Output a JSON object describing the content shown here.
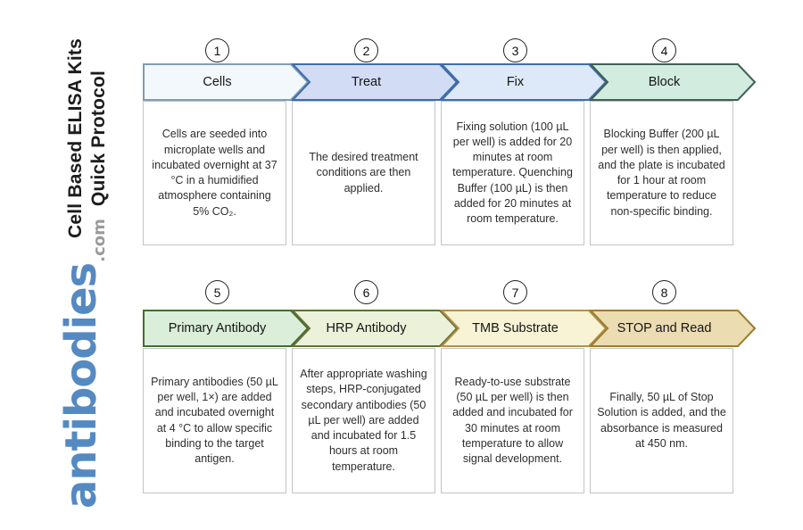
{
  "sidebar": {
    "title_line1": "Cell Based ELISA Kits",
    "title_line2": "Quick Protocol",
    "logo_text": "antibodies",
    "logo_suffix": ".com",
    "logo_color": "#5589c2",
    "logo_suffix_color": "#9b9b9b"
  },
  "steps": [
    {
      "number": "1",
      "label": "Cells",
      "fill": "#f3f8fc",
      "border": "#7f9db4",
      "description": "Cells are seeded into microplate wells and incubated overnight at 37 °C in a humidified atmosphere containing 5% CO₂."
    },
    {
      "number": "2",
      "label": "Treat",
      "fill": "#d2dcf4",
      "border": "#3e6dac",
      "description": "The desired treatment conditions are then applied."
    },
    {
      "number": "3",
      "label": "Fix",
      "fill": "#dde8f8",
      "border": "#3e6dac",
      "description": "Fixing solution (100 µL per well) is added for 20 minutes at room temperature. Quenching Buffer (100 µL) is then added for 20 minutes at room temperature."
    },
    {
      "number": "4",
      "label": "Block",
      "fill": "#d2ecdf",
      "border": "#3e6057",
      "description": "Blocking Buffer (200 µL per well) is then applied, and the plate is incubated for 1 hour at room temperature to reduce non-specific binding."
    },
    {
      "number": "5",
      "label": "Primary Antibody",
      "fill": "#daeeda",
      "border": "#466c31",
      "description": "Primary antibodies (50 µL per well, 1×) are added and incubated overnight at 4 °C to allow specific binding to the target antigen."
    },
    {
      "number": "6",
      "label": "HRP Antibody",
      "fill": "#ebf2d9",
      "border": "#5e7134",
      "description": "After appropriate washing steps, HRP-conjugated secondary antibodies (50 µL per well) are added and incubated for 1.5 hours at room temperature."
    },
    {
      "number": "7",
      "label": "TMB Substrate",
      "fill": "#f8f3d5",
      "border": "#b3914a",
      "description": "Ready-to-use substrate (50 µL per well) is then added and incubated for 30 minutes at room temperature to allow signal development."
    },
    {
      "number": "8",
      "label": "STOP and Read",
      "fill": "#ecdcb2",
      "border": "#9c7c2e",
      "description": "Finally, 50 µL of Stop Solution is added, and the absorbance is measured at 450 nm."
    }
  ]
}
